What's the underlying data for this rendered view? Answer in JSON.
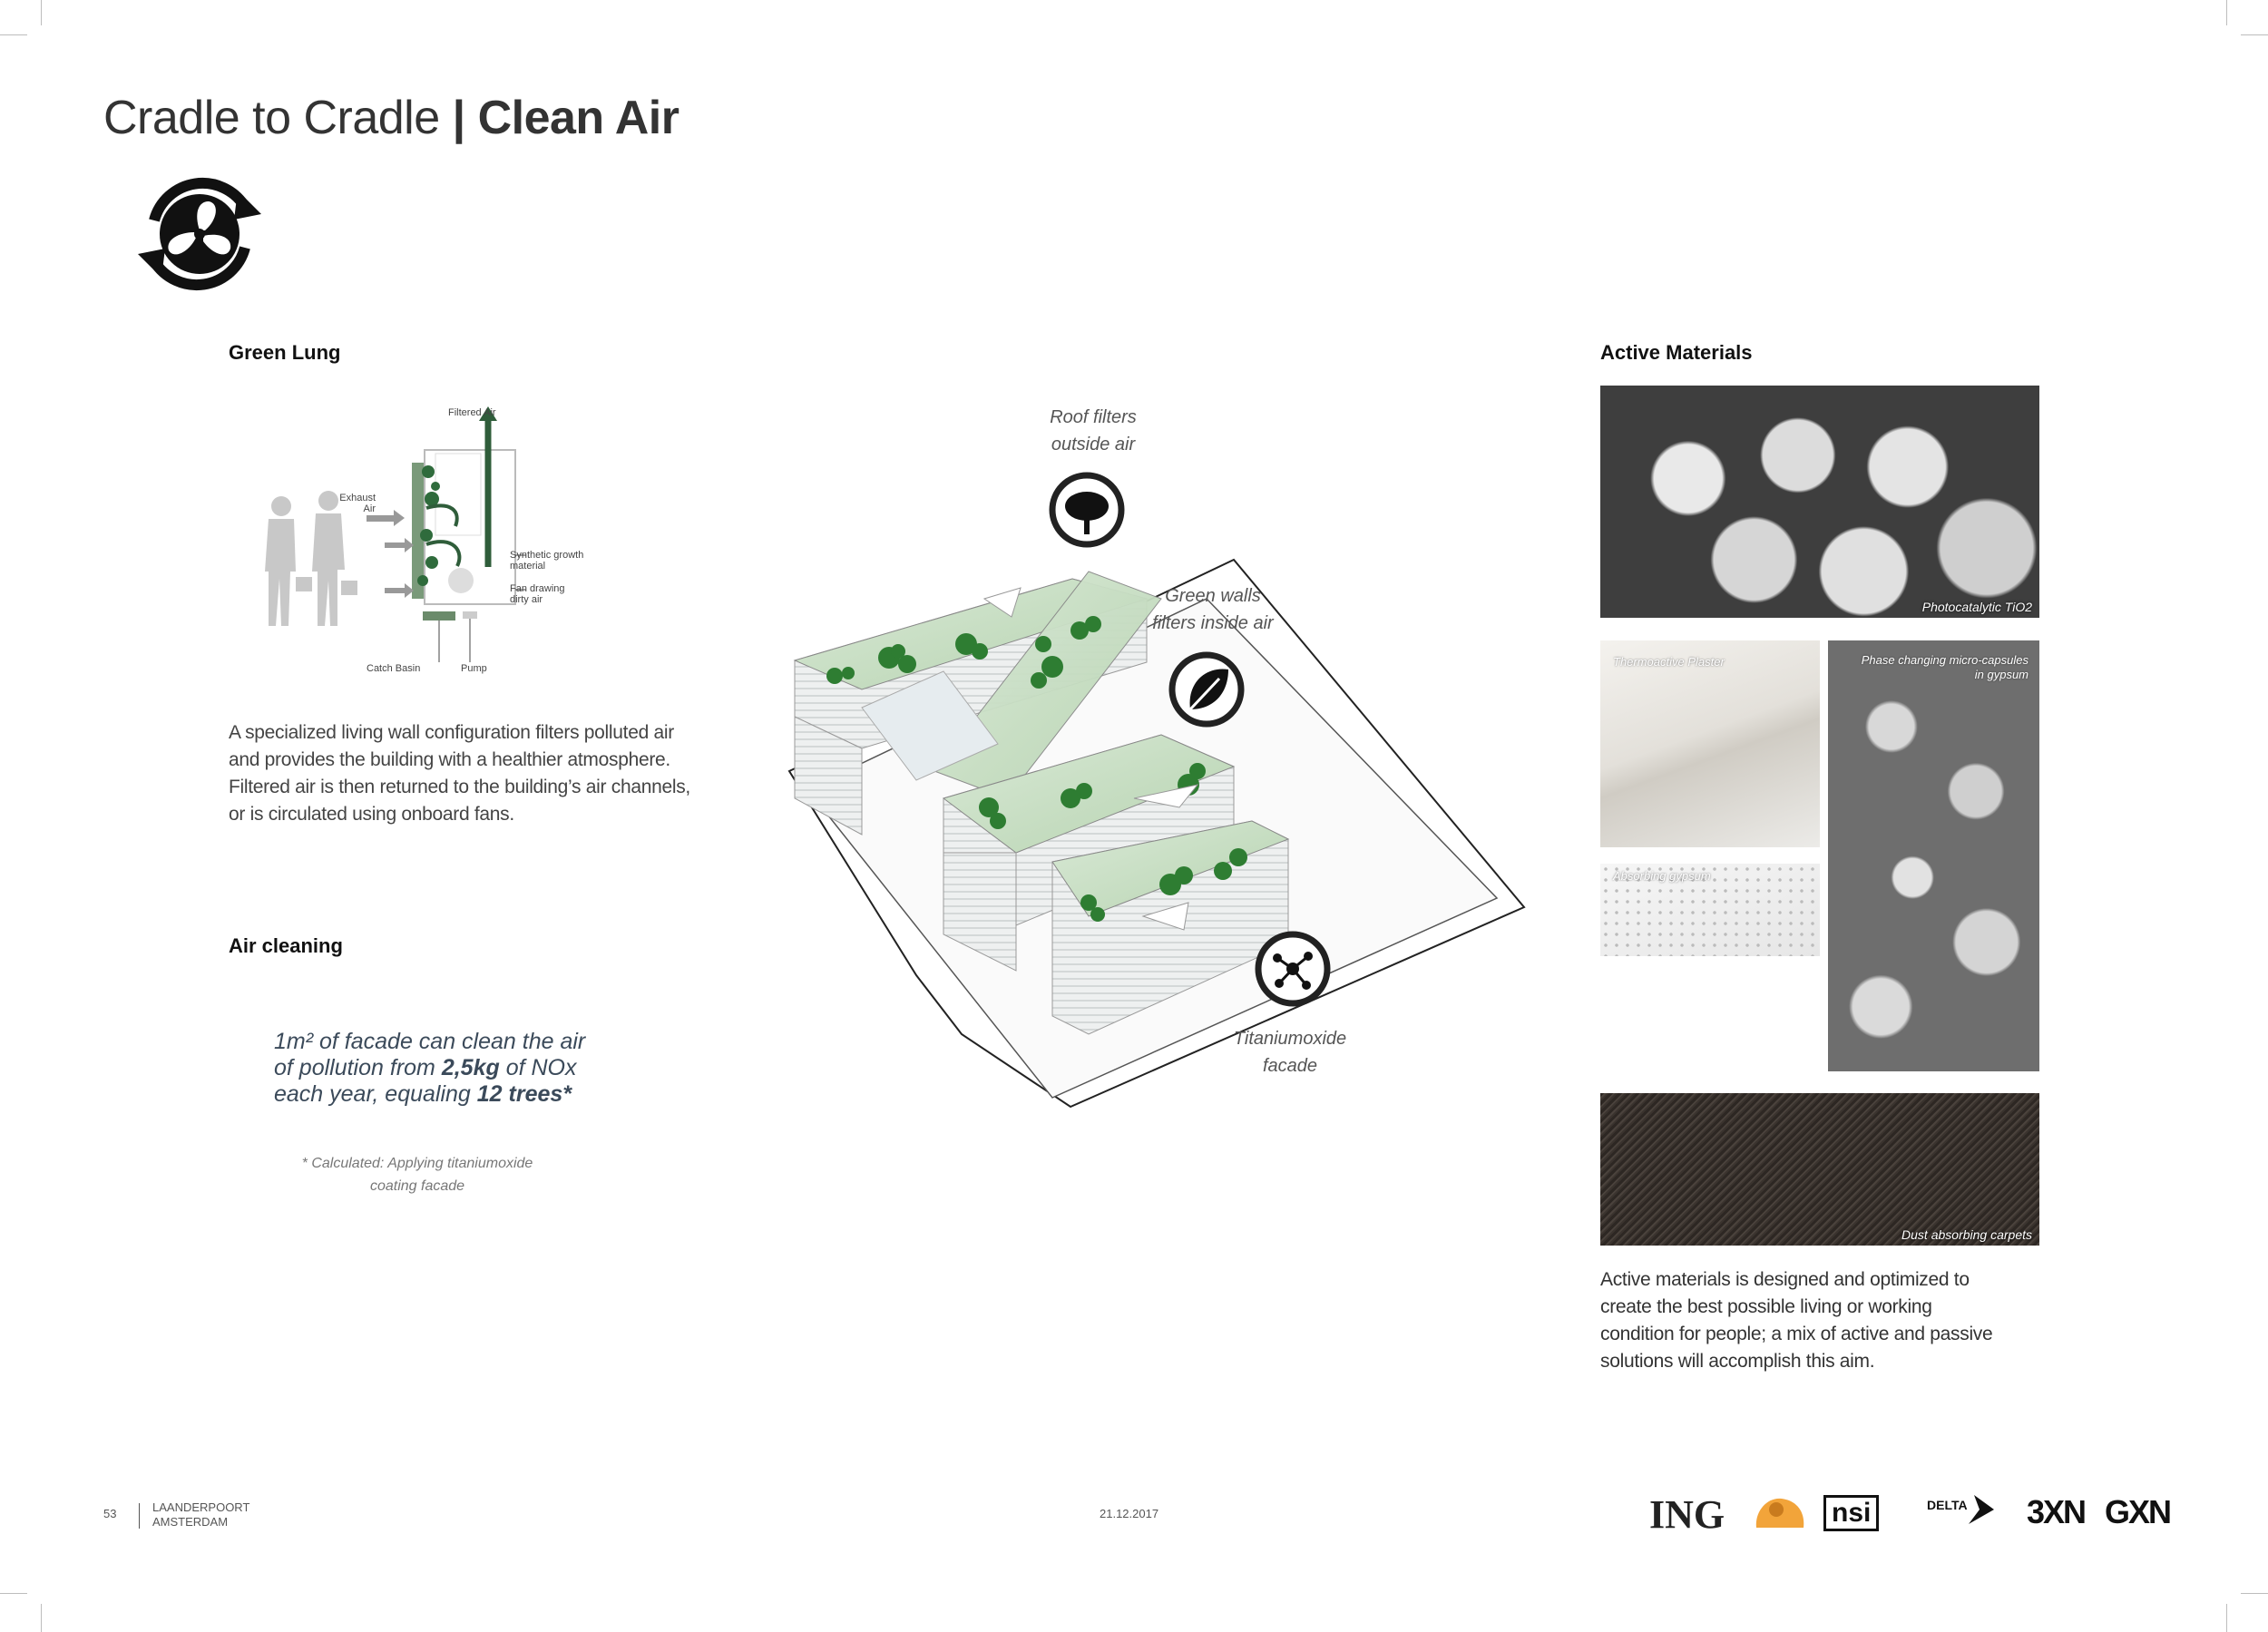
{
  "title": {
    "light": "Cradle to Cradle",
    "bold": "| Clean Air"
  },
  "icons": {
    "main": "fan-cycle-icon",
    "roof": "tree-icon",
    "wall": "leaf-icon",
    "facade": "molecule-icon"
  },
  "green_lung": {
    "heading": "Green Lung",
    "diagram_labels": {
      "filtered_air": "Filtered Air",
      "exhaust_air": "Exhaust Air",
      "synthetic": "Synthetic growth material",
      "fan": "Fan drawing dirty air",
      "catch_basin": "Catch Basin",
      "pump": "Pump"
    },
    "description": "A specialized living wall configuration filters polluted air and provides the building with a healthier atmosphere. Filtered air is then returned to the building’s air channels, or is circulated using onboard fans."
  },
  "air_cleaning": {
    "heading": "Air cleaning",
    "stat_line1": "1m² of facade can clean the air",
    "stat_line2_pre": "of pollution from ",
    "stat_line2_bold": "2,5kg",
    "stat_line2_post": " of NOx",
    "stat_line3_pre": "each year, equaling ",
    "stat_line3_bold": "12 trees*",
    "note_line1": "* Calculated: Applying titaniumoxide",
    "note_line2": "coating facade"
  },
  "building_labels": {
    "roof_line1": "Roof filters",
    "roof_line2": "outside air",
    "wall_line1": "Green walls",
    "wall_line2": "filters inside air",
    "facade_line1": "Titaniumoxide",
    "facade_line2": "facade"
  },
  "active_materials": {
    "heading": "Active Materials",
    "captions": {
      "tio2": "Photocatalytic TiO2",
      "thermo": "Thermoactive Plaster",
      "pcm_line1": "Phase changing micro-capsules",
      "pcm_line2": "in gypsum",
      "gypsum": "Absorbing gypsum",
      "carpet": "Dust absorbing carpets"
    },
    "description": "Active materials is designed and optimized to create the best possible living or working condition for people; a mix of active and passive solutions will accomplish this aim."
  },
  "footer": {
    "page_number": "53",
    "project_line1": "LAANDERPOORT",
    "project_line2": "AMSTERDAM",
    "date": "21.12.2017",
    "logos": {
      "ing": "ING",
      "nsi": "nsi",
      "delta": "DELTA",
      "threexn": "3XN",
      "gxn": "GXN"
    }
  }
}
